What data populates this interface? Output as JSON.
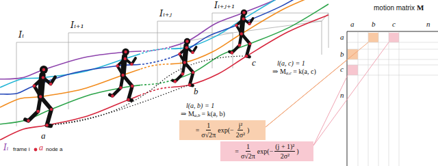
{
  "diagram": {
    "nodes": [
      {
        "text": [
          "=",
          "1",
          "σ√2π",
          "exp(−",
          "j²",
          "2σ²",
          ")"
        ]
      },
      {
        "text": [
          "=",
          "1",
          "σ√2π",
          "exp(−",
          "(j + 1)²",
          "2σ²",
          ")"
        ]
      }
    ],
    "labels": [
      "Iᵢ₊ⱼ₊₁",
      "Iᵢ₊ⱼ",
      "Iᵢ₊₁",
      "Iᵢ",
      "motion matrix",
      "M",
      "a",
      "b",
      "c",
      "n",
      "a",
      "b",
      "c",
      "n",
      "a",
      "b",
      "c",
      "l(a, b) = 1",
      "⇒ M",
      "a,b",
      "= k(a, b)",
      "l(a, c) = 1",
      "⇒ M",
      "a,c",
      "= k(a, c)",
      "Iᵢ",
      "a"
    ],
    "legend": [
      {
        "text": "frame i"
      },
      {
        "text": "node a"
      }
    ]
  }
}
